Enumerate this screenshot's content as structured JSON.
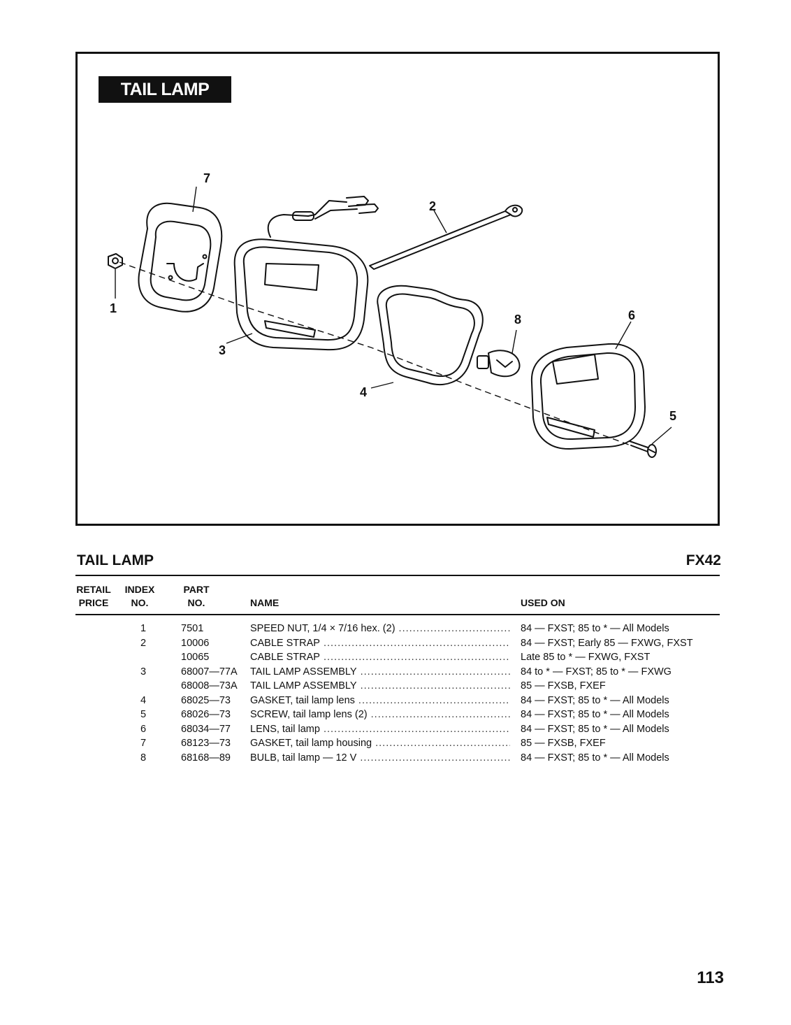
{
  "figure": {
    "title": "TAIL LAMP",
    "callouts": [
      "1",
      "2",
      "3",
      "4",
      "5",
      "6",
      "7",
      "8"
    ]
  },
  "section": {
    "title": "TAIL LAMP",
    "code": "FX42"
  },
  "table": {
    "headers": {
      "retail_price_1": "RETAIL",
      "retail_price_2": "PRICE",
      "index_1": "INDEX",
      "index_2": "NO.",
      "part_1": "PART",
      "part_2": "NO.",
      "name": "NAME",
      "used_on": "USED ON"
    },
    "rows": [
      {
        "index": "1",
        "part": "7501",
        "name": "SPEED NUT, 1/4 × 7/16 hex. (2)",
        "used_on": "84 — FXST; 85 to * — All Models"
      },
      {
        "index": "2",
        "part": "10006",
        "name": "CABLE STRAP",
        "used_on": "84 — FXST; Early 85 — FXWG, FXST"
      },
      {
        "index": "",
        "part": "10065",
        "name": "CABLE STRAP",
        "used_on": "Late 85 to * — FXWG, FXST"
      },
      {
        "index": "3",
        "part": "68007—77A",
        "name": "TAIL LAMP ASSEMBLY",
        "used_on": "84 to * — FXST; 85 to * — FXWG"
      },
      {
        "index": "",
        "part": "68008—73A",
        "name": "TAIL LAMP ASSEMBLY",
        "used_on": "85 — FXSB, FXEF"
      },
      {
        "index": "4",
        "part": "68025—73",
        "name": "GASKET, tail lamp lens",
        "used_on": "84 — FXST; 85 to * — All Models"
      },
      {
        "index": "5",
        "part": "68026—73",
        "name": "SCREW, tail lamp lens (2)",
        "used_on": "84 — FXST; 85 to * — All Models"
      },
      {
        "index": "6",
        "part": "68034—77",
        "name": "LENS, tail lamp",
        "used_on": "84 — FXST; 85 to * — All Models"
      },
      {
        "index": "7",
        "part": "68123—73",
        "name": "GASKET, tail lamp housing",
        "used_on": "85 — FXSB, FXEF"
      },
      {
        "index": "8",
        "part": "68168—89",
        "name": "BULB, tail lamp — 12 V",
        "used_on": "84 — FXST; 85 to * — All Models"
      }
    ]
  },
  "page_number": "113"
}
